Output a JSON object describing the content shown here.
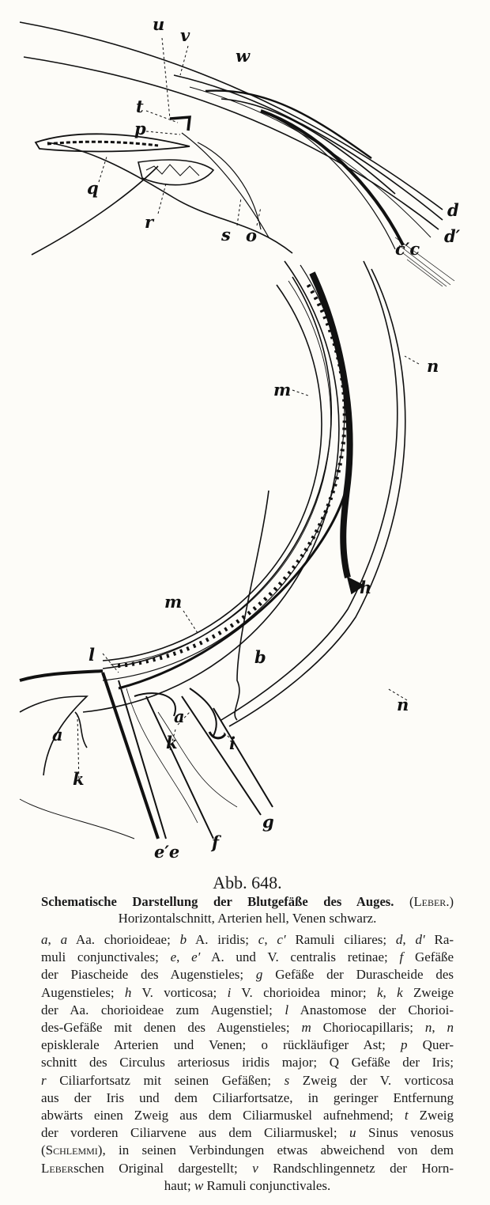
{
  "figure": {
    "labels": {
      "u": "u",
      "v": "v",
      "w": "w",
      "t": "t",
      "p": "p",
      "q": "q",
      "r": "r",
      "s": "s",
      "o": "o",
      "d": "d",
      "d_prime": "d′",
      "cc": "c′c",
      "n1": "n",
      "m1": "m",
      "h": "h",
      "m2": "m",
      "b": "b",
      "n2": "n",
      "l": "l",
      "a1": "a",
      "k1": "k",
      "i": "i",
      "a2": "a",
      "k2": "k",
      "ee": "e′e",
      "f": "f",
      "g": "g"
    },
    "colors": {
      "ink": "#111111",
      "paper": "#fdfcf8"
    }
  },
  "caption": {
    "figure_number": "Abb. 648.",
    "title_bold": "Schematische Darstellung der Blutgefäße des Auges.",
    "title_author": "(Leber.)",
    "subtitle": "Horizontalschnitt, Arterien hell, Venen schwarz.",
    "legend_lines": [
      "*a*, *a* Aa. chorioideae; *b* A. iridis; *c*, *c′* Ramuli ciliares; *d*, *d′* Ra-",
      "muli conjunctivales; *e*, *e′* A. und V. centralis retinae; *f* Gefäße",
      "der Piascheide des Augenstieles; *g* Gefäße der Durascheide des",
      "Augenstieles; *h* V. vorticosa; *i* V. chorioidea minor; *k*, *k* Zweige",
      "der Aa. chorioideae zum Augenstiel; *l* Anastomose der Chorioi-",
      "des-Gefäße mit denen des Augenstieles; *m* Choriocapillaris; *n*, *n*",
      "episklerale Arterien und Venen; o rückläufiger Ast; *p* Quer-",
      "schnitt des Circulus arteriosus iridis major; ^Q^ Gefäße der Iris;",
      "*r* Ciliarfortsatz mit seinen Gefäßen; *s* Zweig der V. vorticosa",
      "aus der Iris und dem Ciliarfortsatze, in geringer Entfernung",
      "abwärts einen Zweig aus dem Ciliarmuskel aufnehmend; *t* Zweig",
      "der vorderen Ciliarvene aus dem Ciliarmuskel; *u* Sinus venosus",
      "(^Schlemmi^), in seinen Verbindungen etwas abweichend von dem",
      "^Leber^schen Original dargestellt; *v* Randschlingennetz der Horn-",
      "haut; *w* Ramuli conjunctivales."
    ]
  }
}
